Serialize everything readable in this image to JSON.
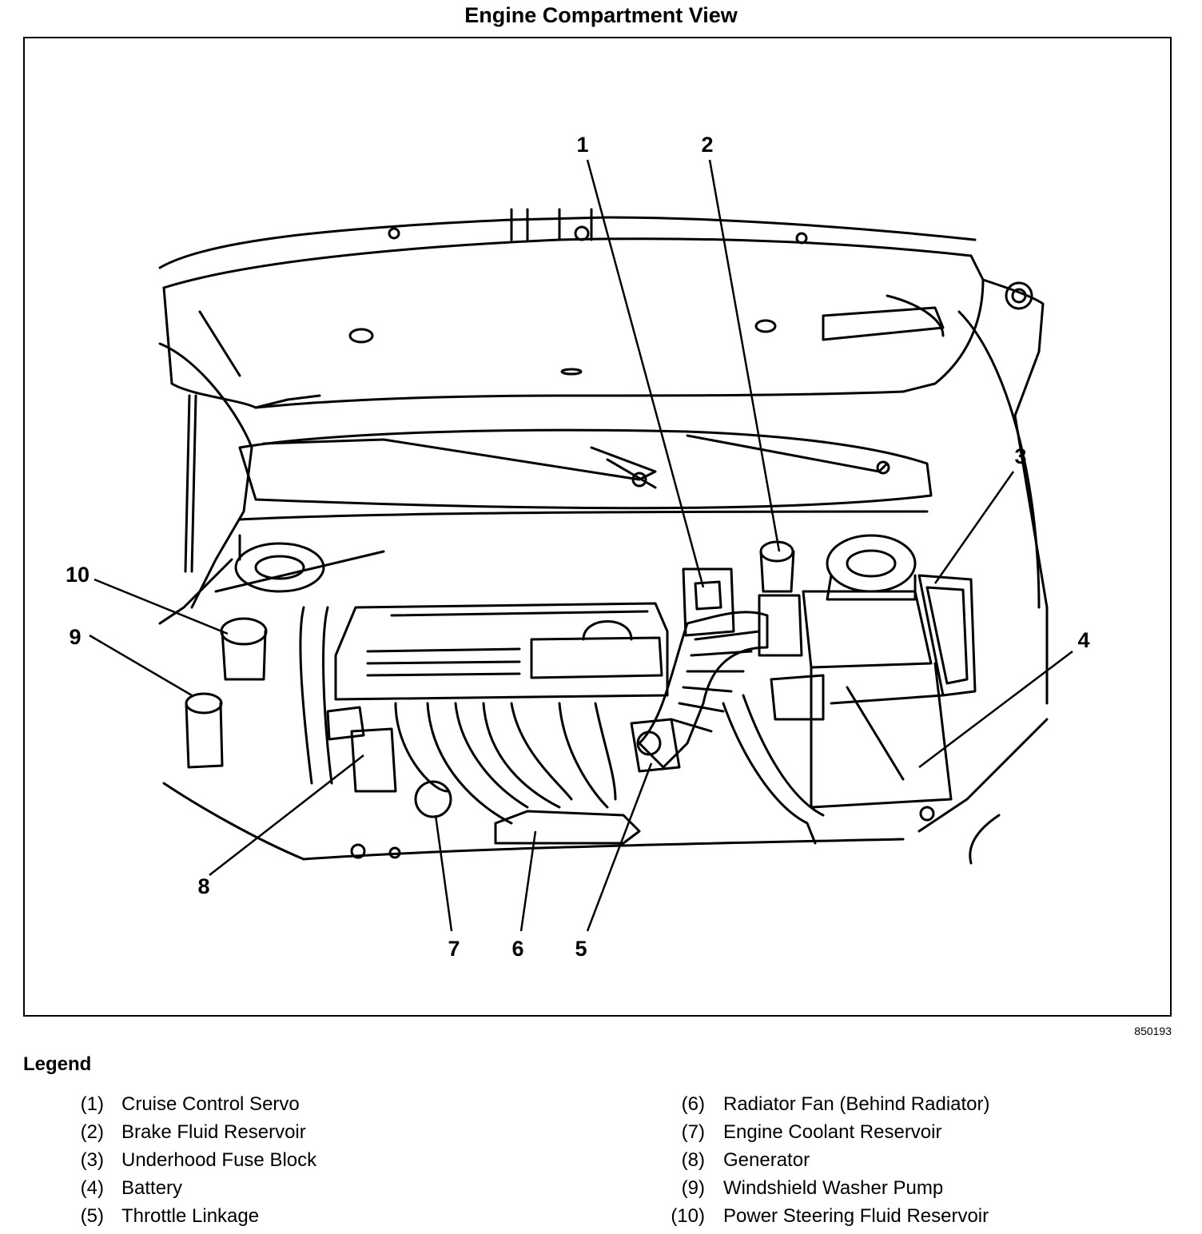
{
  "title": "Engine Compartment View",
  "figure_id": "850193",
  "callouts": [
    "1",
    "2",
    "3",
    "4",
    "5",
    "6",
    "7",
    "8",
    "9",
    "10"
  ],
  "legend": {
    "heading": "Legend",
    "left": [
      {
        "num": "(1)",
        "label": "Cruise Control Servo"
      },
      {
        "num": "(2)",
        "label": "Brake Fluid Reservoir"
      },
      {
        "num": "(3)",
        "label": "Underhood Fuse Block"
      },
      {
        "num": "(4)",
        "label": "Battery"
      },
      {
        "num": "(5)",
        "label": "Throttle Linkage"
      }
    ],
    "right": [
      {
        "num": "(6)",
        "label": "Radiator Fan (Behind Radiator)"
      },
      {
        "num": "(7)",
        "label": "Engine Coolant Reservoir"
      },
      {
        "num": "(8)",
        "label": "Generator"
      },
      {
        "num": "(9)",
        "label": "Windshield Washer Pump"
      },
      {
        "num": "(10)",
        "label": "Power Steering Fluid Reservoir"
      }
    ]
  }
}
